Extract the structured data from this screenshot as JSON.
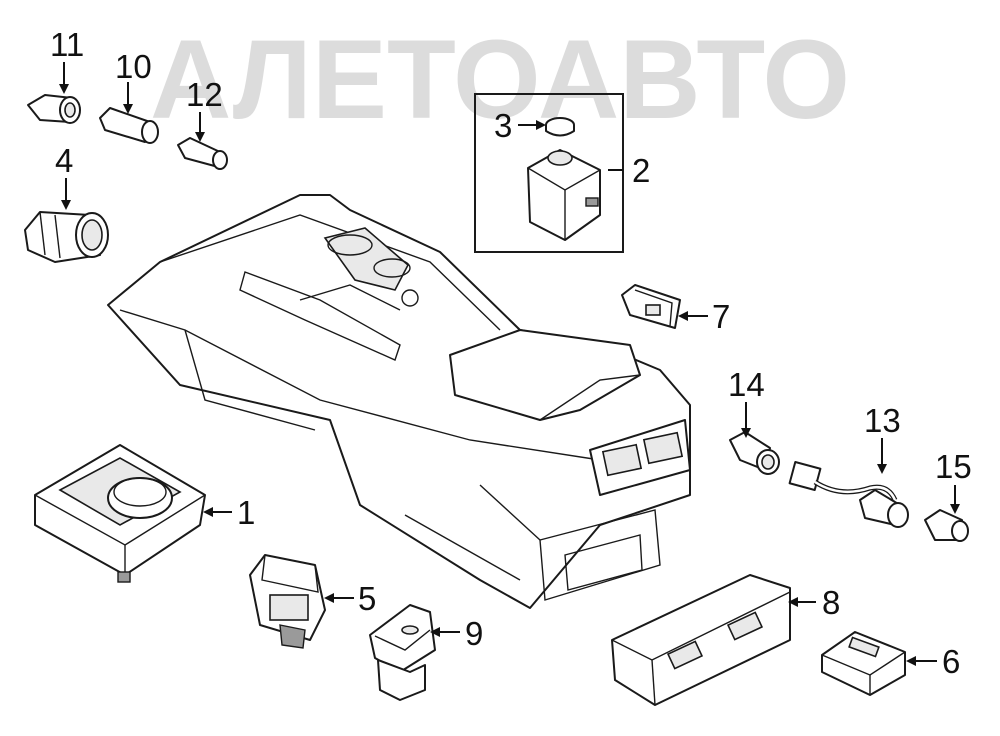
{
  "watermark": {
    "text": "АЛЕТОАВТО",
    "color": "#bfbfbf"
  },
  "callouts": [
    {
      "id": "1",
      "label": "1"
    },
    {
      "id": "2",
      "label": "2"
    },
    {
      "id": "3",
      "label": "3"
    },
    {
      "id": "4",
      "label": "4"
    },
    {
      "id": "5",
      "label": "5"
    },
    {
      "id": "6",
      "label": "6"
    },
    {
      "id": "7",
      "label": "7"
    },
    {
      "id": "8",
      "label": "8"
    },
    {
      "id": "9",
      "label": "9"
    },
    {
      "id": "10",
      "label": "10"
    },
    {
      "id": "11",
      "label": "11"
    },
    {
      "id": "12",
      "label": "12"
    },
    {
      "id": "13",
      "label": "13"
    },
    {
      "id": "14",
      "label": "14"
    },
    {
      "id": "15",
      "label": "15"
    }
  ]
}
